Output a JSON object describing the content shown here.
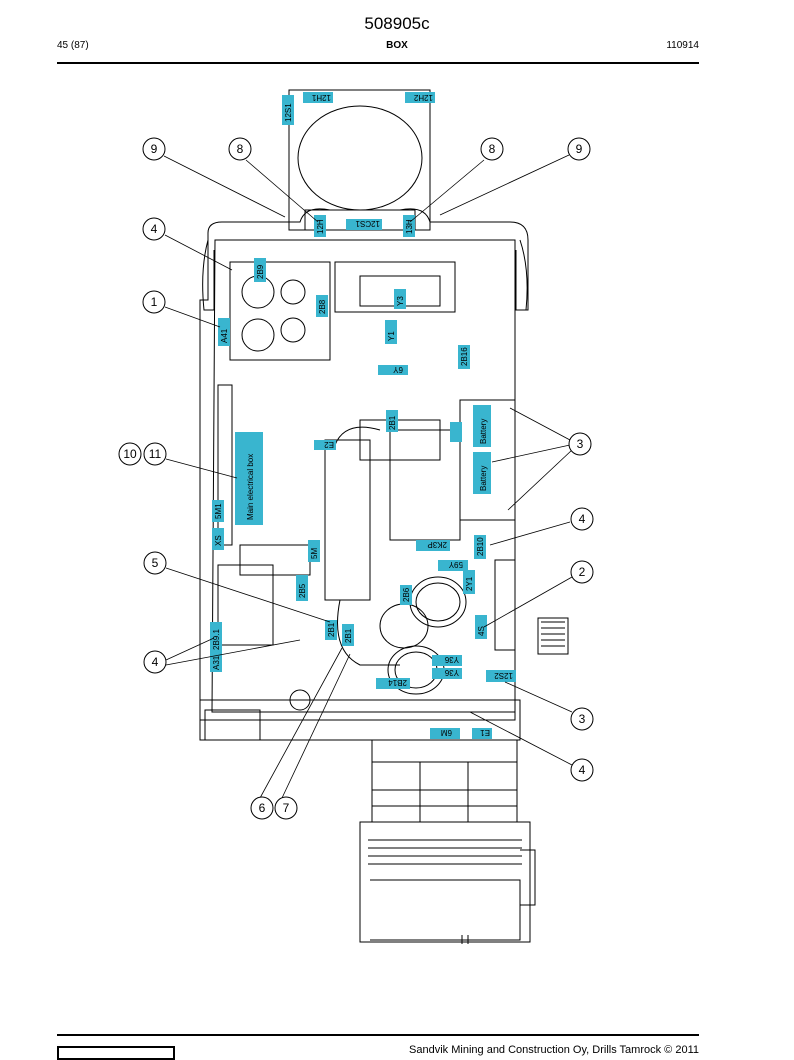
{
  "header": {
    "doc_number": "508905c",
    "page": "45 (87)",
    "section": "BOX",
    "date_code": "110914"
  },
  "footer": {
    "copyright": "Sandvik Mining and Construction Oy, Drills Tamrock © 2011"
  },
  "colors": {
    "tag_fill": "#39b5cf",
    "line": "#000000"
  },
  "diagram": {
    "tags": {
      "t_12s1": "12S1",
      "t_12h1": "12H1",
      "t_12h2": "12H2",
      "t_12h": "12H",
      "t_12cs": "12CS1",
      "t_13h": "13H",
      "t_2b9": "2B9",
      "t_2b": "2B1",
      "t_y3": "Y3",
      "t_y1": "Y1",
      "t_a41": "A41",
      "t_2b16": "2B16",
      "t_6y": "6Y",
      "t_battery1": "Battery",
      "t_battery2": "Battery",
      "t_main_box": "Main electrical box",
      "t_5m1": "5M1",
      "t_xs": "XS",
      "t_2k3p": "2K3P",
      "t_2b10": "2B10",
      "t_5m": "5M",
      "t_59y": "59Y",
      "t_2y1": "2Y1",
      "t_2b6": "2B6",
      "t_4s": "4S",
      "t_2b1b": "2B1",
      "t_y36a": "Y36",
      "t_y36b": "Y36",
      "t_12s2": "12S2",
      "t_2b14": "2B14",
      "t_2b91": "2B9.1",
      "t_a31": "A31",
      "t_6m": "6M",
      "t_e1": "E1",
      "t_e2": "E2",
      "t_2b8": "2B8",
      "t_2b5": "2B5"
    },
    "callouts": {
      "c9a": "9",
      "c8a": "8",
      "c8b": "8",
      "c9b": "9",
      "c4a": "4",
      "c1": "1",
      "c10": "10",
      "c11": "11",
      "c3a": "3",
      "c4b": "4",
      "c5": "5",
      "c2": "2",
      "c4c": "4",
      "c3b": "3",
      "c4d": "4",
      "c6": "6",
      "c7": "7"
    }
  }
}
